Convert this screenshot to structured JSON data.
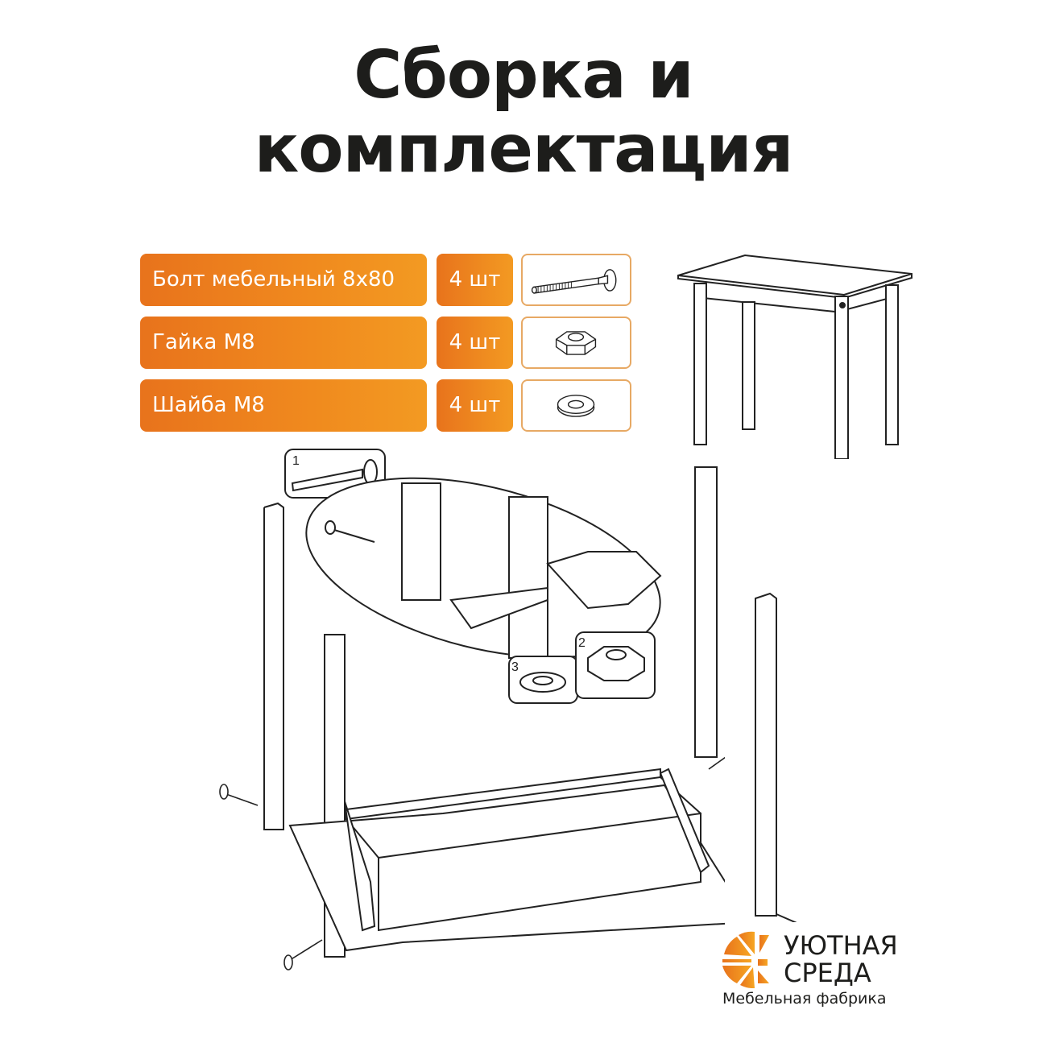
{
  "title": {
    "line1": "Сборка и",
    "line2": "комплектация"
  },
  "parts": [
    {
      "name": "Болт мебельный 8х80",
      "qty": "4 шт",
      "icon": "bolt-icon"
    },
    {
      "name": "Гайка М8",
      "qty": "4 шт",
      "icon": "hex-nut-icon"
    },
    {
      "name": "Шайба М8",
      "qty": "4 шт",
      "icon": "washer-icon"
    }
  ],
  "callouts": {
    "bolt": "1",
    "nut": "2",
    "washer": "3"
  },
  "brand": {
    "line1": "УЮТНАЯ",
    "line2": "СРЕДА",
    "tagline": "Мебельная фабрика"
  },
  "colors": {
    "accent_dark": "#e8731c",
    "accent_light": "#f39a22",
    "box_border": "#e7a964",
    "text": "#1d1d1b"
  }
}
